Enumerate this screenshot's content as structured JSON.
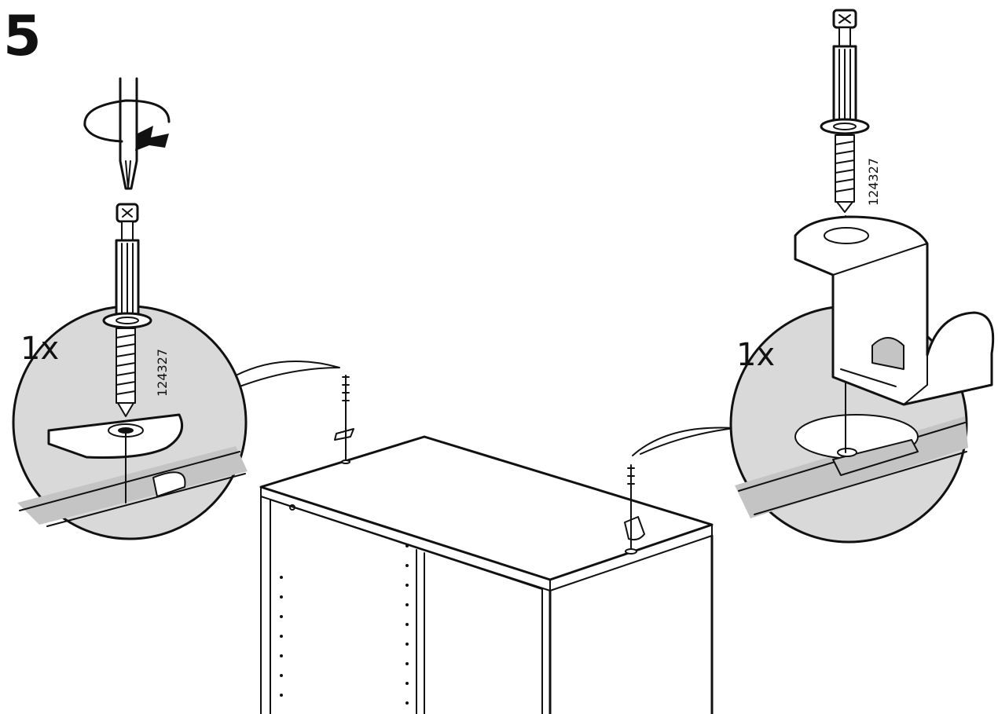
{
  "step": {
    "number": "5"
  },
  "left_detail": {
    "quantity": "1x",
    "part_number": "124327"
  },
  "right_detail": {
    "quantity": "1x",
    "part_number": "124327"
  },
  "colors": {
    "line": "#111111",
    "panel": "#d9d9d9",
    "background": "#ffffff"
  }
}
